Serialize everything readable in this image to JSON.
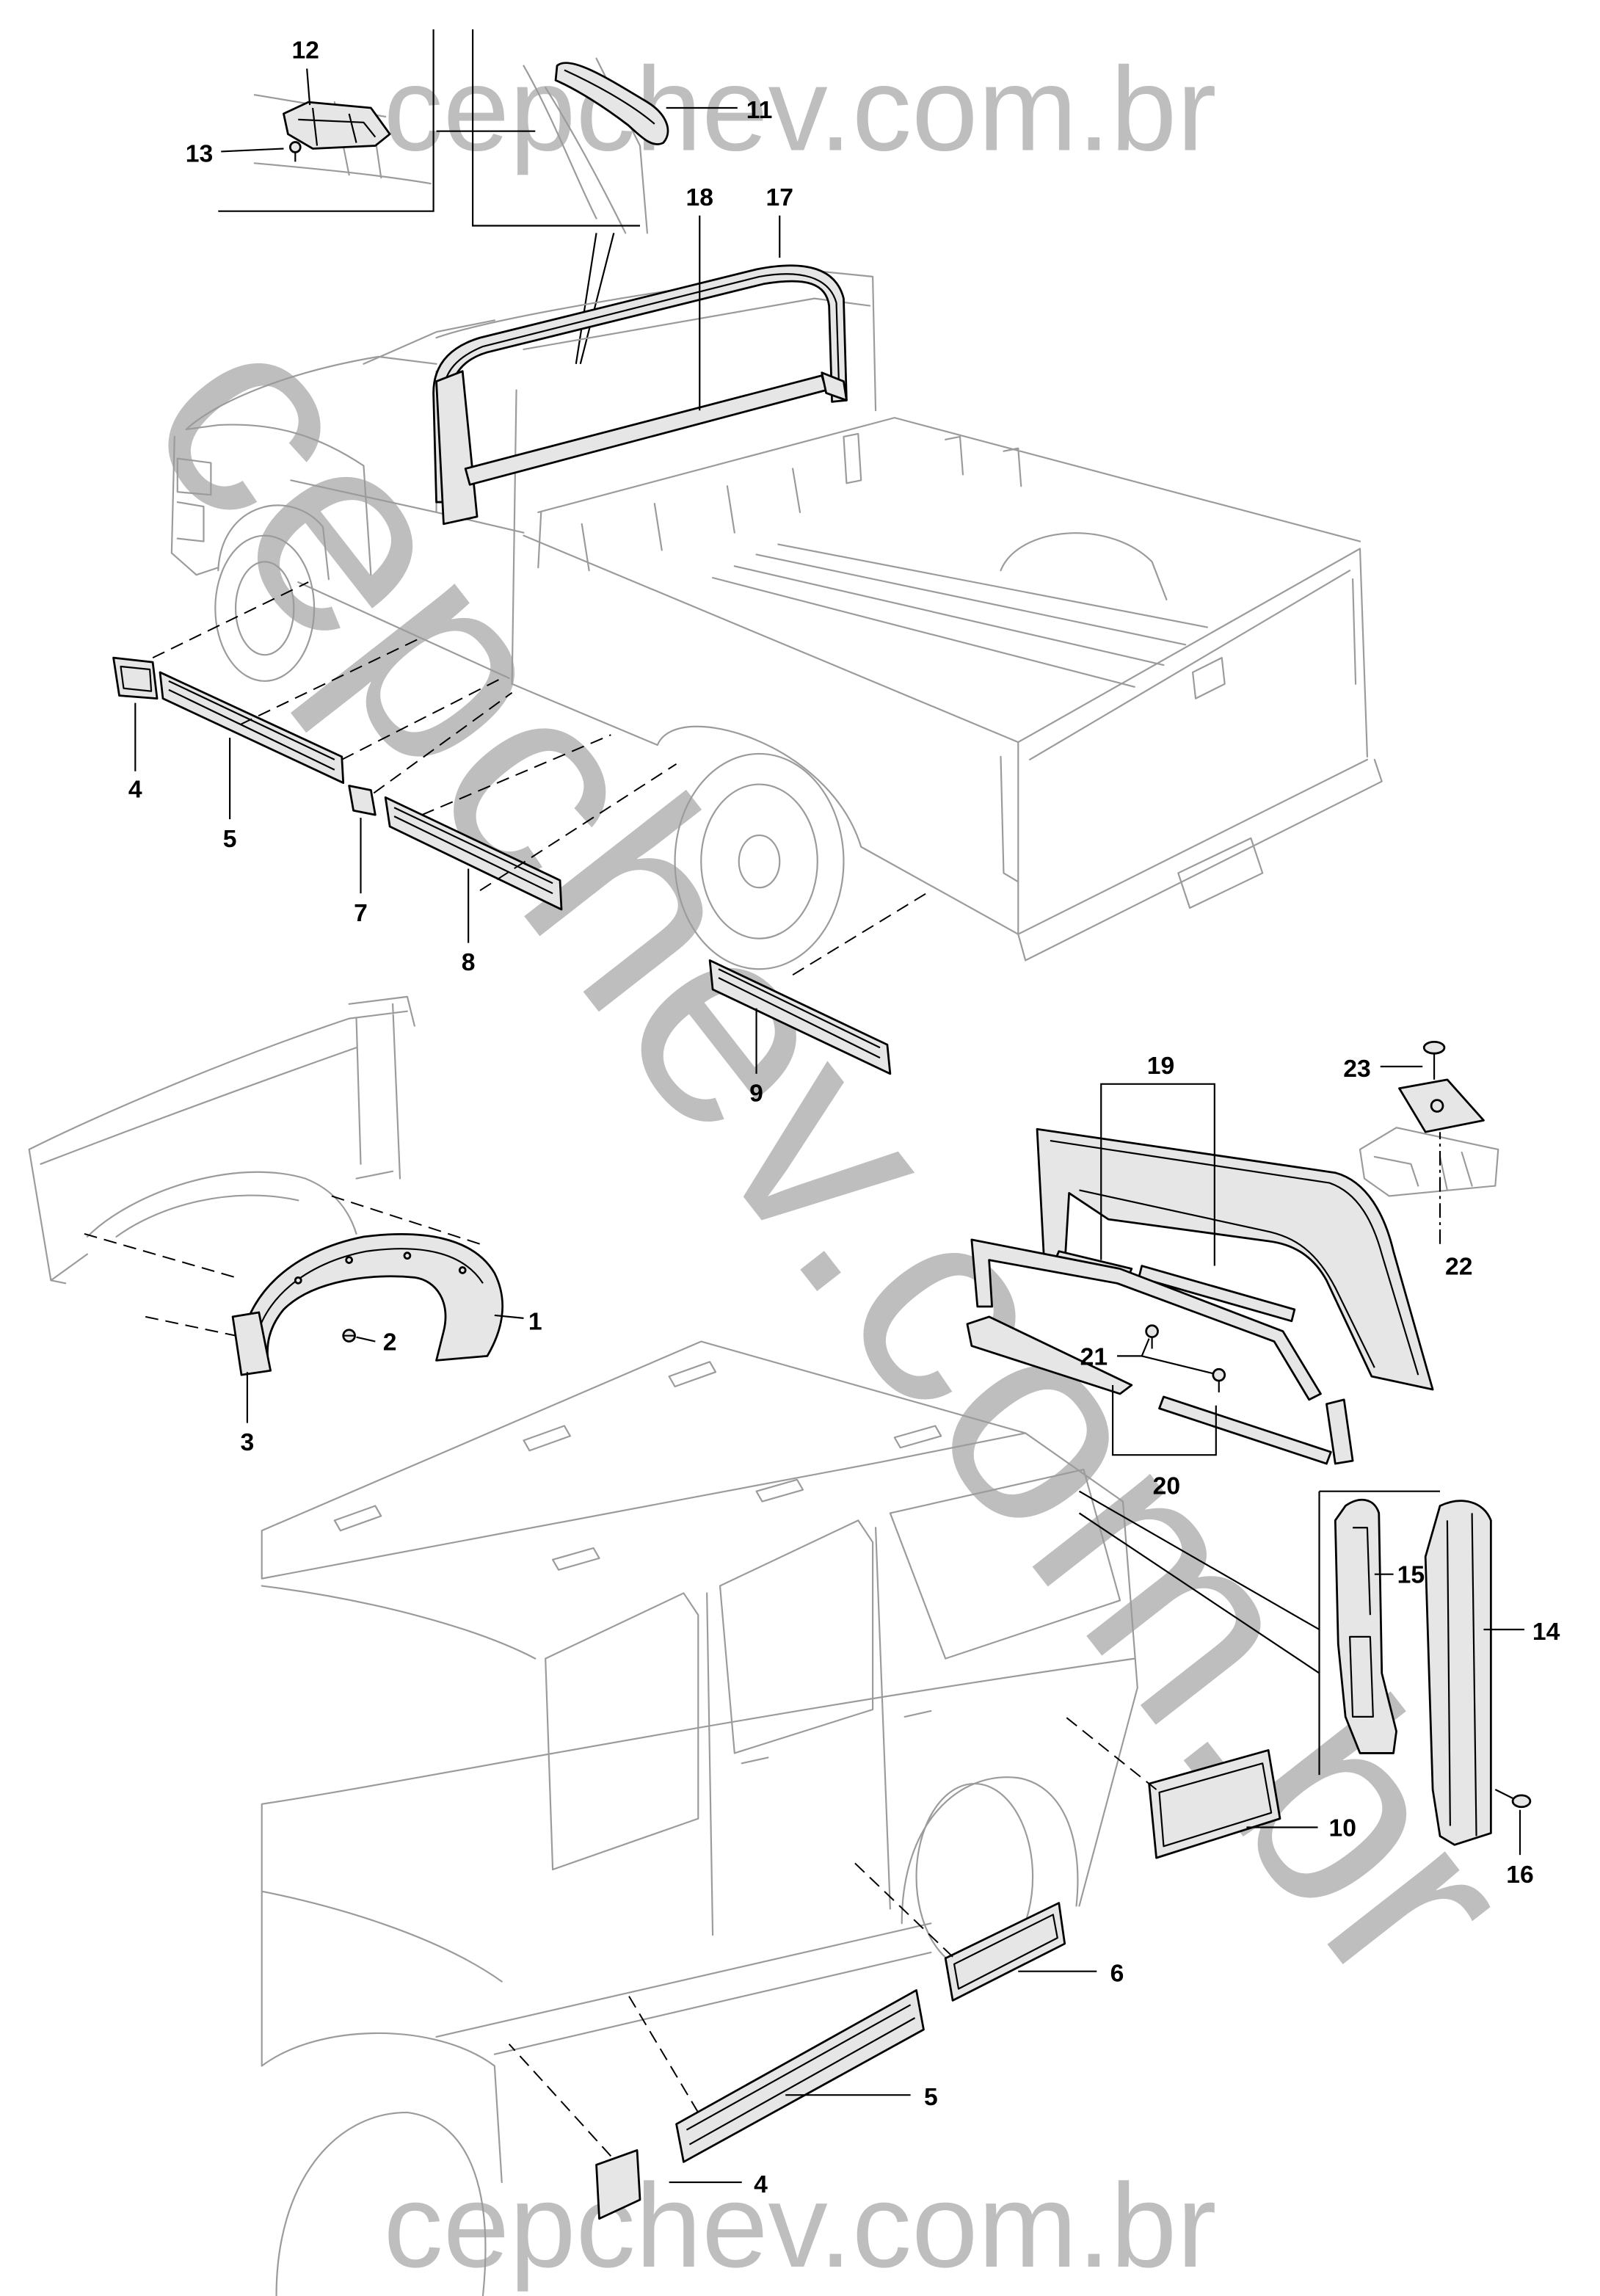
{
  "watermark": {
    "top": "cepchev.com.br",
    "diagonal": "cepchev.com.br",
    "bottom": "cepchev.com.br"
  },
  "callouts": [
    "12",
    "13",
    "11",
    "18",
    "17",
    "4",
    "5",
    "7",
    "8",
    "9",
    "23",
    "19",
    "22",
    "21",
    "1",
    "2",
    "3",
    "20",
    "15",
    "14",
    "16",
    "10",
    "6",
    "5",
    "4"
  ],
  "colors": {
    "background": "#ffffff",
    "part_line": "#000000",
    "vehicle_line": "#9b9b9b",
    "part_fill": "#e6e6e6",
    "watermark": "#b3b3b3"
  }
}
